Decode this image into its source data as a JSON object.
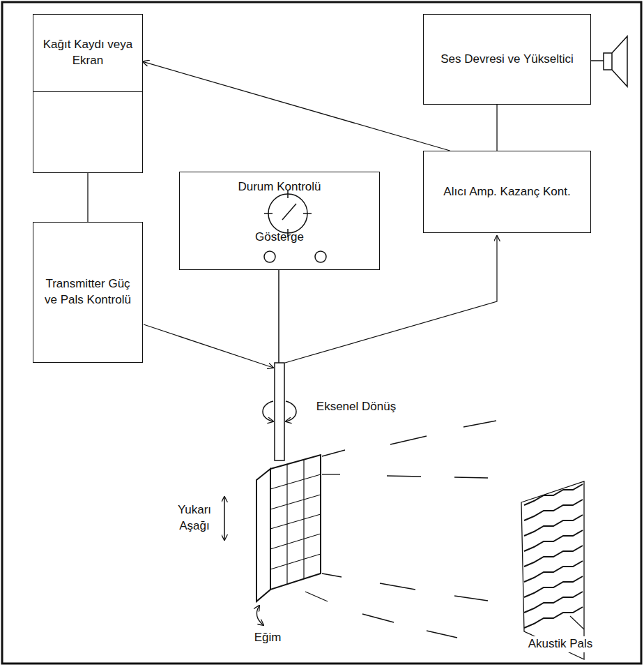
{
  "diagram": {
    "nodes": [
      {
        "text": [
          "Kağıt Kaydı veya Ekran"
        ]
      },
      {
        "text": [
          "Ses Devresi ve Yükseltici"
        ]
      },
      {
        "text": [
          "Durum Kontrolü",
          "Gösterge"
        ]
      },
      {
        "text": [
          "Alıcı Amp. Kazanç Kont."
        ]
      },
      {
        "text": [
          "Transmitter Güç ve Pals Kontrolü"
        ]
      }
    ],
    "edges": [
      {
        "from": 0,
        "to": 4,
        "arrow": "none"
      },
      {
        "from": 1,
        "to": 3,
        "arrow": "none"
      },
      {
        "from": 3,
        "to": 0,
        "arrow": "to"
      }
    ],
    "labels": [
      "Eksenel Dönüş",
      "Yukarı Aşağı",
      "Eğim",
      "Akustik Pals"
    ]
  }
}
